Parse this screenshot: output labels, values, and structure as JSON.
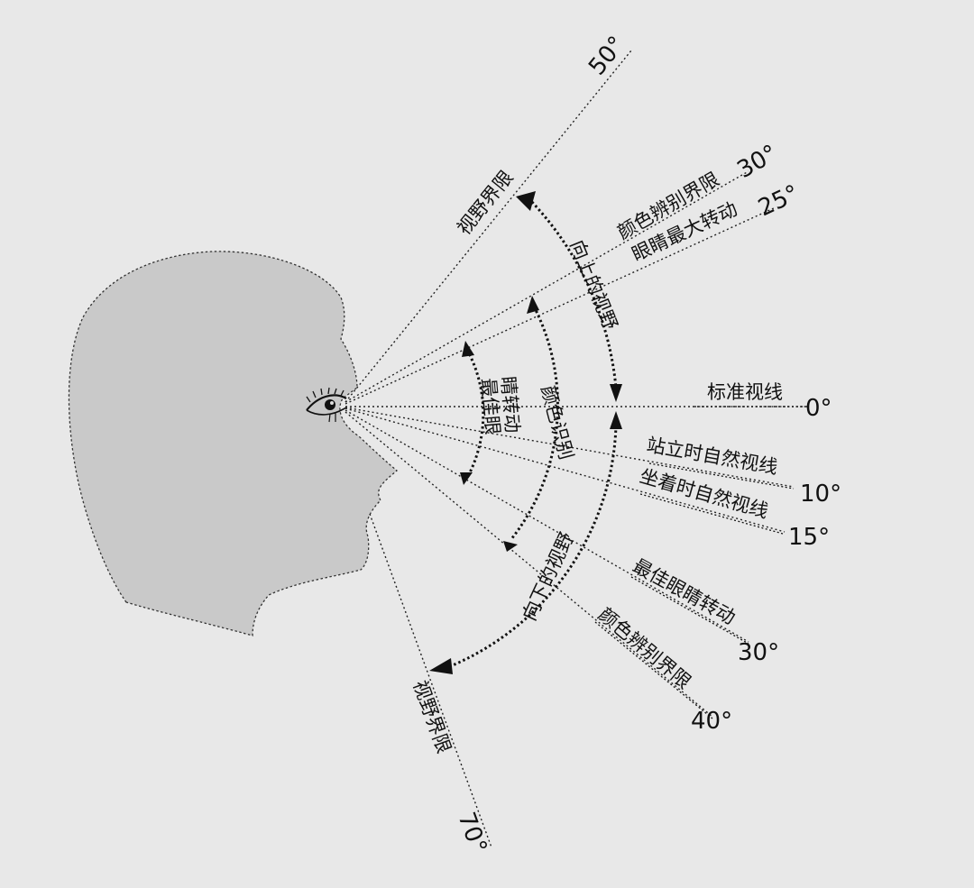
{
  "lines": {
    "up_limit": {
      "label": "视野界限",
      "angle": "50°"
    },
    "up_color": {
      "label": "颜色辨别界限",
      "angle": "30°"
    },
    "up_eye_max": {
      "label": "眼睛最大转动",
      "angle": "25°"
    },
    "standard": {
      "label": "标准视线",
      "angle": "0°"
    },
    "standing": {
      "label": "站立时自然视线",
      "angle": "10°"
    },
    "sitting": {
      "label": "坐着时自然视线",
      "angle": "15°"
    },
    "down_eye_best": {
      "label": "最佳眼睛转动",
      "angle": "30°"
    },
    "down_color": {
      "label": "颜色辨别界限",
      "angle": "40°"
    },
    "down_limit": {
      "label": "视野界限",
      "angle": "70°"
    }
  },
  "zones": {
    "best_eye_rotation_1": "最佳眼",
    "best_eye_rotation_2": "睛转动",
    "color_recognition": "颜色识别",
    "upward_view": "向上的视野",
    "downward_view": "向下的视野"
  },
  "colors": {
    "background": "#e8e8e8",
    "head_fill": "#c9c9c9",
    "line": "#222222"
  }
}
